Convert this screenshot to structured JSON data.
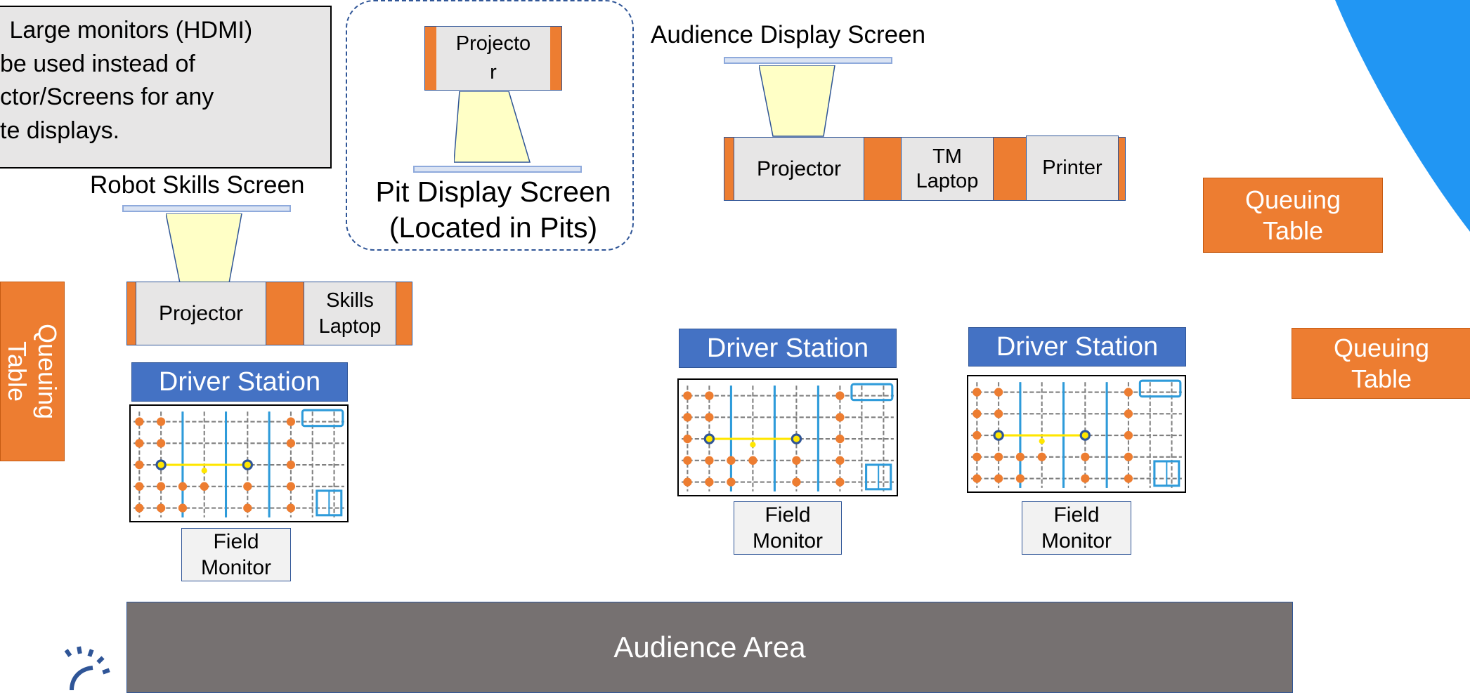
{
  "note": {
    "lines": [
      " Large monitors (HDMI)",
      "be used instead of",
      "ctor/Screens for any",
      "te displays."
    ]
  },
  "pit": {
    "projector_line1": "Projecto",
    "projector_line2": "r",
    "label_line1": "Pit Display Screen",
    "label_line2": "(Located in Pits)"
  },
  "audience_screen": {
    "label": "Audience Display Screen",
    "projector": "Projector",
    "tm_line1": "TM",
    "tm_line2": "Laptop",
    "printer": "Printer"
  },
  "skills": {
    "label": "Robot Skills Screen",
    "projector": "Projector",
    "laptop_line1": "Skills",
    "laptop_line2": "Laptop"
  },
  "queuing": [
    {
      "line1": "Queuing",
      "line2": "Table"
    },
    {
      "line1": "Queuing",
      "line2": "Table"
    },
    {
      "line1": "Queuing",
      "line2": "Table"
    }
  ],
  "stations": [
    {
      "driver": "Driver Station",
      "monitor_line1": "Field",
      "monitor_line2": "Monitor"
    },
    {
      "driver": "Driver Station",
      "monitor_line1": "Field",
      "monitor_line2": "Monitor"
    },
    {
      "driver": "Driver Station",
      "monitor_line1": "Field",
      "monitor_line2": "Monitor"
    }
  ],
  "audience_area": "Audience Area",
  "colors": {
    "orange": "#ED7D31",
    "blue": "#4472C4",
    "audience_gray": "#767171",
    "corner_blue": "#2196F3"
  },
  "icons": [
    "field-grid-icon",
    "logo-gear-icon"
  ]
}
